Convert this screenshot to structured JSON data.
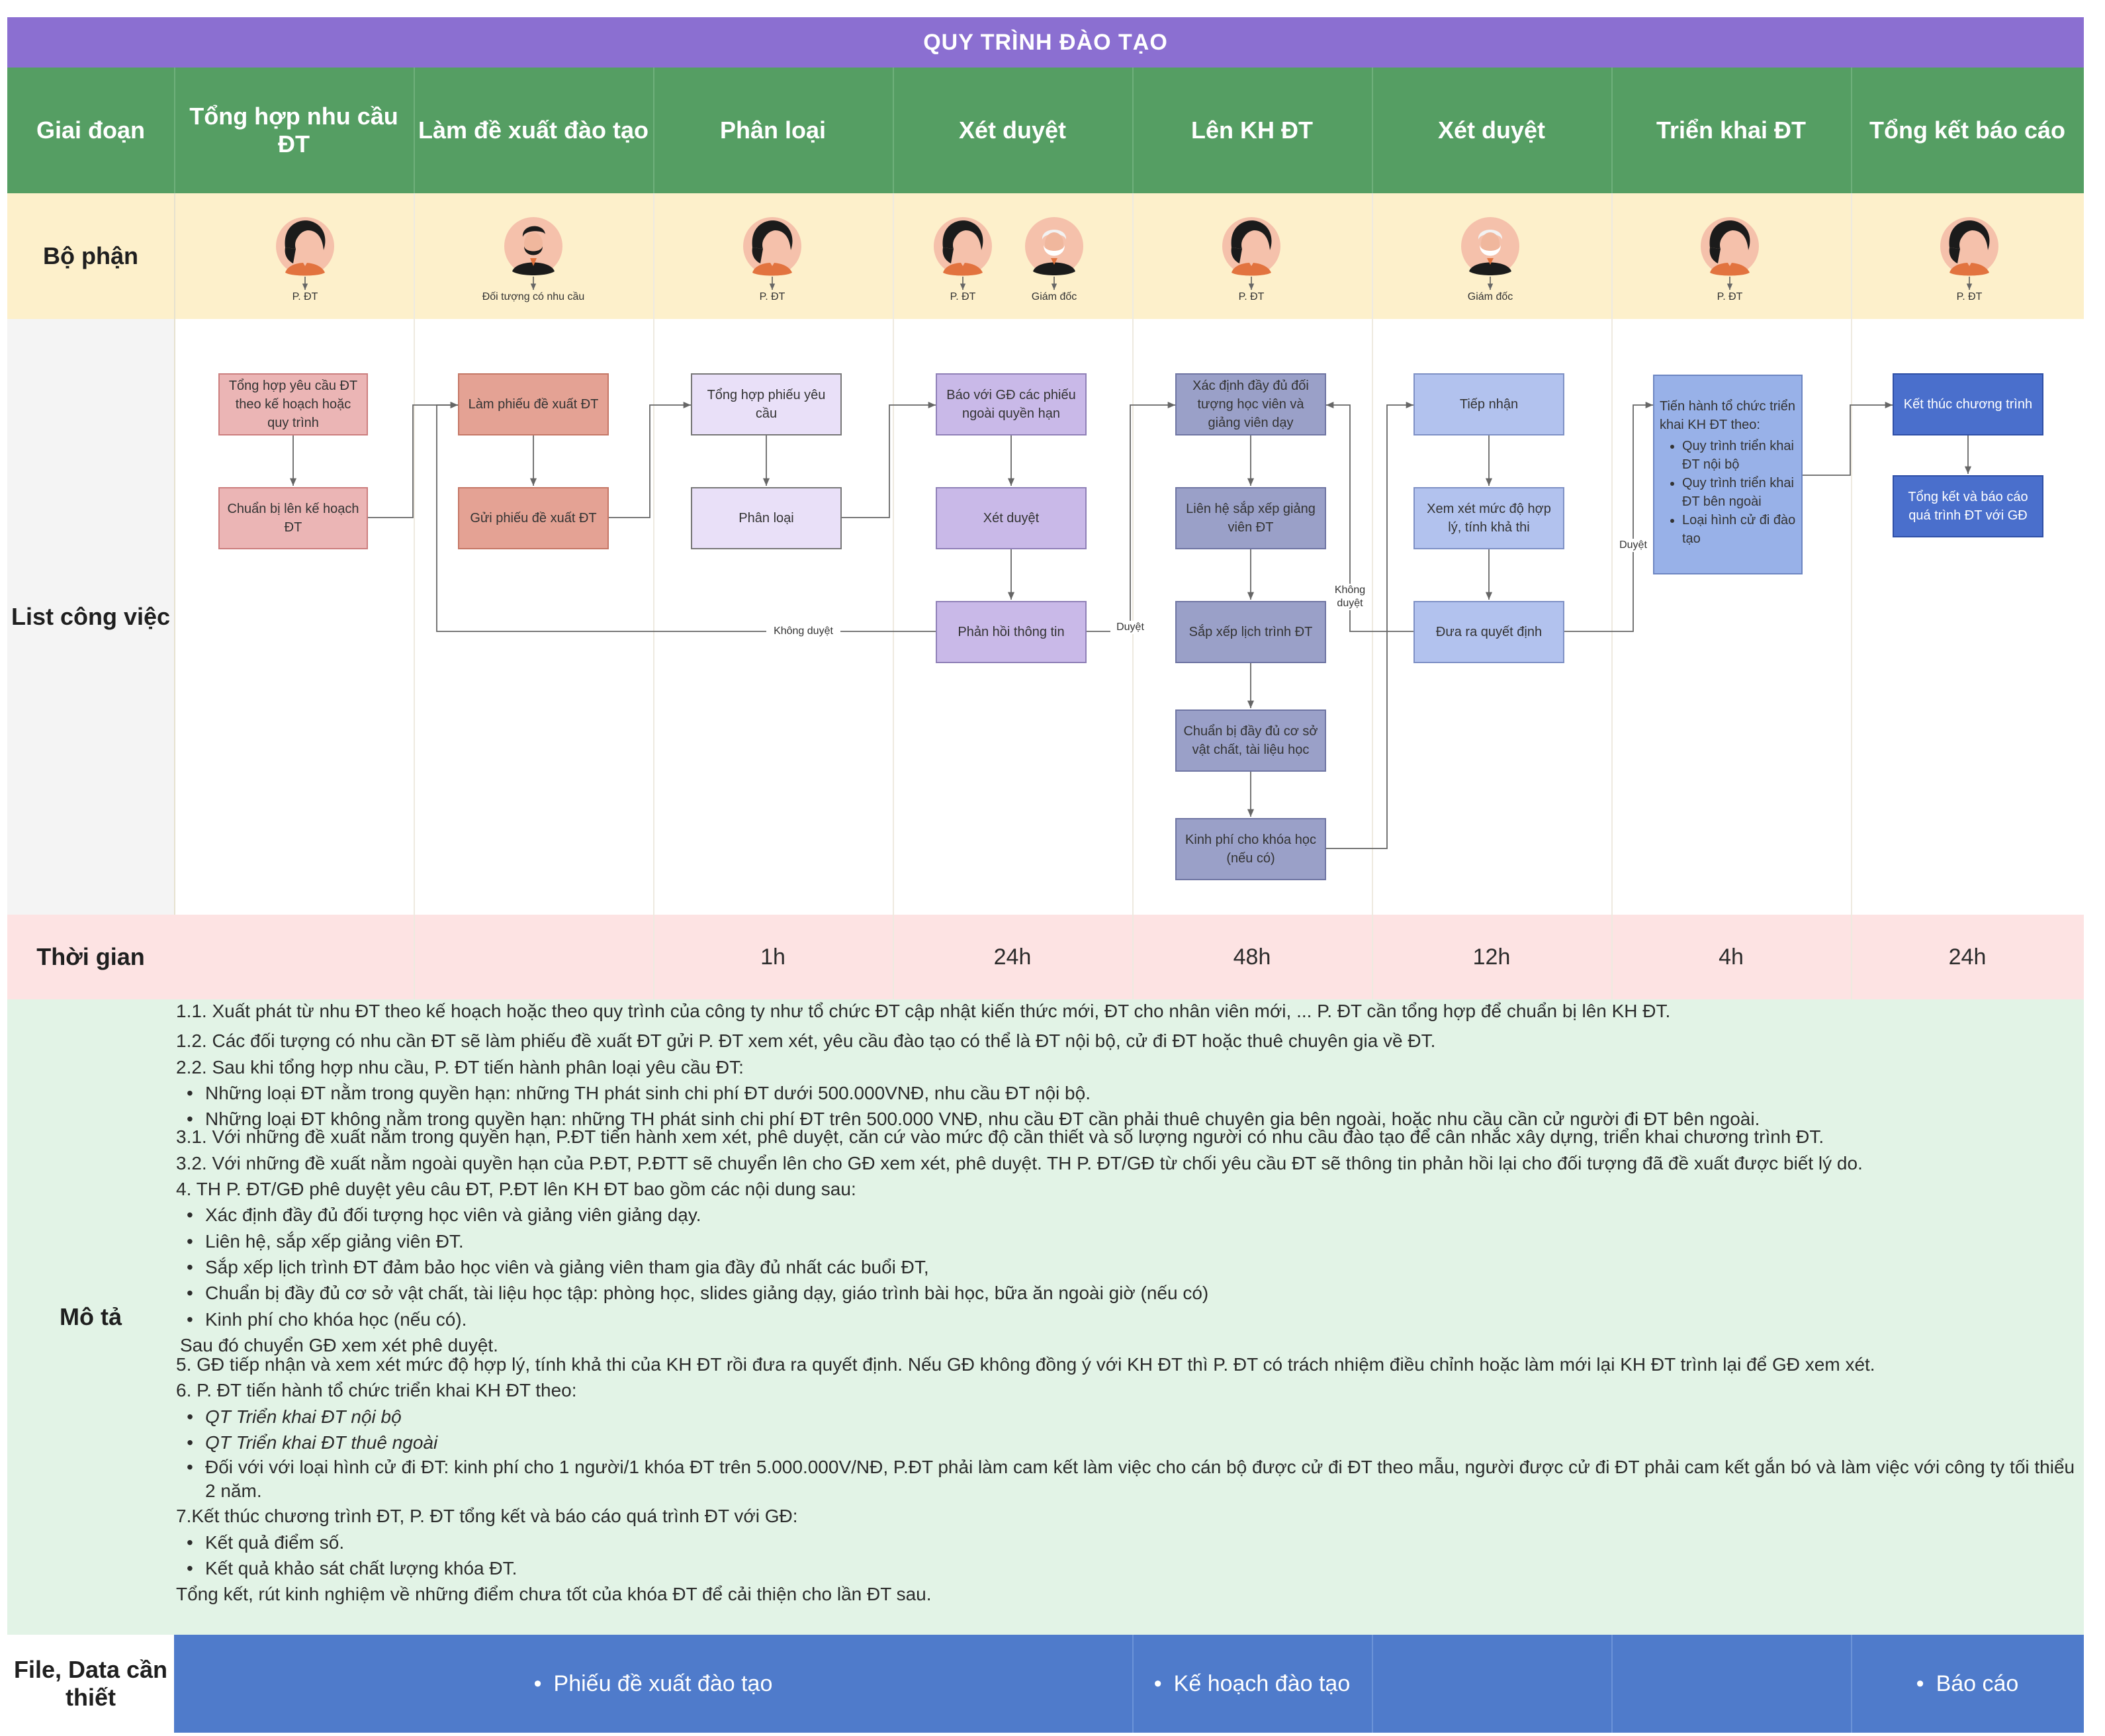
{
  "title": "QUY TRÌNH ĐÀO TẠO",
  "header": {
    "label": "Giai đoạn",
    "stages": [
      "Tổng hợp nhu cầu ĐT",
      "Làm đề xuất đào tạo",
      "Phân loại",
      "Xét duyệt",
      "Lên KH ĐT",
      "Xét duyệt",
      "Triển khai ĐT",
      "Tổng kết báo cáo"
    ]
  },
  "rows": {
    "department": "Bộ phận",
    "tasks": "List công việc",
    "time": "Thời gian",
    "description": "Mô tả",
    "files": "File, Data cần thiết"
  },
  "departments": [
    {
      "label": "P. ĐT",
      "avatar": "woman-avatar-icon"
    },
    {
      "label": "Đối tượng có nhu cầu",
      "avatar": "man-beard-avatar-icon"
    },
    {
      "label": "P. ĐT",
      "avatar": "woman-avatar-icon"
    },
    {
      "label": "P. ĐT",
      "avatar": "woman-avatar-icon"
    },
    {
      "label": "Giám đốc",
      "avatar": "elder-avatar-icon"
    },
    {
      "label": "P. ĐT",
      "avatar": "woman-avatar-icon"
    },
    {
      "label": "Giám đốc",
      "avatar": "elder-avatar-icon"
    },
    {
      "label": "P. ĐT",
      "avatar": "woman-avatar-icon"
    },
    {
      "label": "P. ĐT",
      "avatar": "woman-avatar-icon"
    }
  ],
  "nodes": {
    "n1a": "Tổng hợp yêu cầu ĐT theo kế hoạch hoặc quy trình",
    "n1b": "Chuẩn bị lên kế hoạch ĐT",
    "n2a": "Làm phiếu đề xuất ĐT",
    "n2b": "Gửi phiếu đề xuất ĐT",
    "n3a": "Tổng hợp phiếu yêu cầu",
    "n3b": "Phân loại",
    "n4a": "Báo với GĐ các phiếu ngoài quyền hạn",
    "n4b": "Xét duyệt",
    "n4c": "Phản hồi thông tin",
    "n5a": "Xác định đầy đủ đối tượng học viên và giảng viên dạy",
    "n5b": "Liên hệ sắp xếp giảng viên ĐT",
    "n5c": "Sắp xếp lịch trình ĐT",
    "n5d": "Chuẩn bị đầy đủ cơ sở vật chất, tài liệu học",
    "n5e": "Kinh phí cho khóa học (nếu có)",
    "n6a": "Tiếp nhận",
    "n6b": "Xem xét mức độ hợp lý, tính khả thi",
    "n6c": "Đưa ra quyết định",
    "n7a_title": "Tiến hành tổ chức triển khai KH ĐT theo:",
    "n7a_items": [
      "Quy trình triển khai ĐT nội bộ",
      "Quy trình triển khai ĐT bên ngoài",
      "Loại hình cử đi đào tạo"
    ],
    "n8a": "Kết thúc chương trình",
    "n8b": "Tổng kết và báo cáo quá trình ĐT với GĐ"
  },
  "edge_labels": {
    "reject1": "Không duyệt",
    "approve1": "Duyệt",
    "reject2": "Không duyệt",
    "approve2": "Duyệt"
  },
  "times": [
    "",
    "",
    "1h",
    "24h",
    "48h",
    "12h",
    "4h",
    "24h"
  ],
  "description": {
    "p11": "1.1. Xuất phát từ nhu ĐT theo kế hoạch hoặc theo quy trình của công ty như tổ chức ĐT cập nhật kiến thức mới, ĐT cho nhân viên mới, ... P. ĐT cần tổng hợp để chuẩn bị lên KH ĐT.",
    "p12": "1.2. Các đối tượng có nhu cần ĐT sẽ làm phiếu đề xuất ĐT gửi P. ĐT xem xét, yêu cầu đào tạo có thể là ĐT nội bộ, cử đi ĐT hoặc thuê chuyên gia về ĐT.",
    "p22": "2.2. Sau khi tổng hợp nhu cầu, P. ĐT tiến hành phân loại yêu cầu ĐT:",
    "p22_b1": "Những loại ĐT nằm trong quyền hạn: những TH phát sinh chi phí ĐT dưới 500.000VNĐ, nhu cầu ĐT nội bộ.",
    "p22_b2": "Những loại ĐT không nằm trong quyền hạn: những TH phát sinh chi phí ĐT trên 500.000 VNĐ, nhu cầu ĐT cần phải thuê chuyên gia bên ngoài, hoặc nhu cầu cần cử người đi ĐT bên ngoài.",
    "p31": "3.1. Với những đề xuất nằm trong quyền hạn, P.ĐT tiến hành xem xét, phê duyệt, căn cứ vào mức độ cần thiết và số lượng người có nhu cầu đào tạo để cân nhắc xây dựng, triển khai chương trình ĐT.",
    "p32": "3.2. Với những đề xuất nằm ngoài quyền hạn của P.ĐT, P.ĐTT sẽ chuyển lên cho GĐ xem xét, phê duyệt. TH P. ĐT/GĐ từ chối yêu cầu ĐT sẽ thông tin phản hồi lại cho đối tượng đã đề xuất được biết lý do.",
    "p4": "4. TH P. ĐT/GĐ phê duyệt yêu câu ĐT, P.ĐT lên KH ĐT bao gồm các nội dung sau:",
    "p4_b1": "Xác định đầy đủ đối tượng học viên và giảng viên giảng dạy.",
    "p4_b2": "Liên hệ, sắp xếp giảng viên ĐT.",
    "p4_b3": "Sắp xếp lịch trình ĐT đảm bảo học viên và giảng viên tham gia đầy đủ nhất các buổi ĐT,",
    "p4_b4": "Chuẩn bị đầy đủ cơ sở vật chất, tài liệu học tập: phòng học, slides giảng dạy, giáo trình bài học, bữa ăn ngoài giờ (nếu có)",
    "p4_b5": "Kinh phí cho khóa học (nếu có).",
    "p4_end": "Sau đó chuyển GĐ xem xét phê duyệt.",
    "p5": "5. GĐ tiếp nhận và xem xét mức độ hợp lý, tính khả thi của KH ĐT rồi đưa ra quyết định. Nếu GĐ không đồng ý với KH ĐT thì P. ĐT có trách nhiệm điều chỉnh hoặc làm mới lại KH ĐT trình lại để GĐ xem xét.",
    "p6": "6. P. ĐT tiến hành tổ chức triển khai KH ĐT theo:",
    "p6_b1": "QT Triển khai ĐT nội bộ",
    "p6_b2": "QT Triển khai ĐT thuê ngoài",
    "p6_b3": "Đối với với loại hình cử đi ĐT: kinh phí cho 1 người/1 khóa ĐT trên 5.000.000V/NĐ, P.ĐT phải làm cam kết làm việc cho cán bộ được cử đi ĐT theo mẫu, người được cử đi ĐT phải cam kết gắn bó và làm việc với công ty tối thiểu 2 năm.",
    "p7": "7.Kết thúc chương trình ĐT, P. ĐT tổng kết và báo cáo quá trình ĐT với GĐ:",
    "p7_b1": "Kết quả điểm số.",
    "p7_b2": "Kết quả khảo sát chất lượng khóa ĐT.",
    "p7_end": "Tổng kết, rút kinh nghiệm về những điểm chưa tốt của khóa ĐT để cải thiện cho lần ĐT sau."
  },
  "files": [
    "Phiếu đề xuất đào tạo",
    "Kế hoạch đào tạo",
    "Báo cáo"
  ],
  "colors": {
    "title": "#8b6fd1",
    "header": "#559e63",
    "department": "#fdf0cb",
    "tasks": "#f4f4f4",
    "time": "#fde3e3",
    "description": "#e2f3e6",
    "files": "#4f7bcb"
  }
}
